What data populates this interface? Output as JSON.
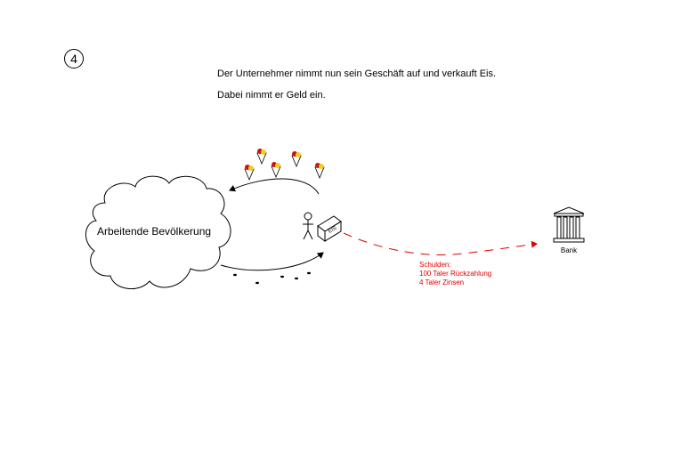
{
  "step": {
    "number": "4"
  },
  "text": {
    "line1": "Der Unternehmer nimmt nun sein Geschäft auf und verkauft Eis.",
    "line2": "Dabei nimmt er Geld ein."
  },
  "cloud": {
    "label": "Arbeitende Bevölkerung"
  },
  "debt": {
    "title": "Schulden:",
    "repayment": "100 Taler Rückzahlung",
    "interest": "4 Taler Zinsen"
  },
  "bank": {
    "label": "Bank"
  },
  "colors": {
    "debt_red": "#e00000",
    "ice_red": "#cc1111",
    "ice_yellow": "#f2d11a",
    "ink": "#000000"
  },
  "icons": [
    "ice-cream-cone-icon",
    "stick-figure-icon",
    "ice-stand-icon",
    "bank-building-icon",
    "cloud-shape",
    "coin-dot"
  ]
}
